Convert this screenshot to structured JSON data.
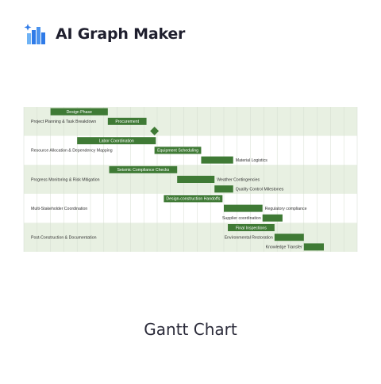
{
  "brand": {
    "name": "AI Graph Maker",
    "logo_icon": "bar-chart-sparkle-icon",
    "colors": {
      "logo_primary": "#2f7be8",
      "logo_light": "#6fb3f5",
      "logo_spark": "#2f7be8"
    }
  },
  "caption": "Gantt Chart",
  "chart_data": {
    "type": "gantt",
    "colors": {
      "bar": "#3f7a35",
      "band": "#e8f0e2",
      "grid": "#d4ddd0",
      "bar_text": "#ffffff",
      "label_text": "#333333"
    },
    "grid_columns": 25,
    "groups": [
      {
        "label": "Project Planning & Task Breakdown",
        "tasks": [
          {
            "name": "Design Phase",
            "start": 2,
            "end": 6.3,
            "label_position": "inside"
          },
          {
            "name": "Procurement",
            "start": 6.3,
            "end": 9.2,
            "label_position": "inside"
          },
          {
            "name": "",
            "start": 9.8,
            "end": 9.8,
            "milestone": true
          }
        ]
      },
      {
        "label": "Resource Allocation & Dependency Mapping",
        "tasks": [
          {
            "name": "Labor Coordination",
            "start": 4,
            "end": 9.9,
            "label_position": "inside"
          },
          {
            "name": "Equipment Scheduling",
            "start": 9.8,
            "end": 13.3,
            "label_position": "inside"
          },
          {
            "name": "Material Logistics",
            "start": 13.3,
            "end": 15.7,
            "label_position": "right"
          }
        ]
      },
      {
        "label": "Progress Monitoring & Risk Mitigation",
        "tasks": [
          {
            "name": "Seismic Compliance Checks",
            "start": 6.4,
            "end": 11.5,
            "label_position": "inside"
          },
          {
            "name": "Weather Contingencies",
            "start": 11.5,
            "end": 14.3,
            "label_position": "right"
          },
          {
            "name": "Quality Control Milestones",
            "start": 14.3,
            "end": 15.7,
            "label_position": "right"
          }
        ]
      },
      {
        "label": "Multi-Stakeholder Coordination",
        "tasks": [
          {
            "name": "Design-construction Handoffs",
            "start": 10.5,
            "end": 14.9,
            "label_position": "inside"
          },
          {
            "name": "Regulatory compliance",
            "start": 15,
            "end": 17.9,
            "label_position": "right"
          },
          {
            "name": "Supplier coordination",
            "start": 17.9,
            "end": 19.4,
            "label_position": "left"
          }
        ]
      },
      {
        "label": "Post-Construction & Documentation",
        "tasks": [
          {
            "name": "Final Inspections",
            "start": 15.3,
            "end": 18.8,
            "label_position": "inside"
          },
          {
            "name": "Environmental Restoration",
            "start": 18.8,
            "end": 21,
            "label_position": "left"
          },
          {
            "name": "Knowledge Transfer",
            "start": 21,
            "end": 22.5,
            "label_position": "left"
          }
        ]
      }
    ]
  }
}
